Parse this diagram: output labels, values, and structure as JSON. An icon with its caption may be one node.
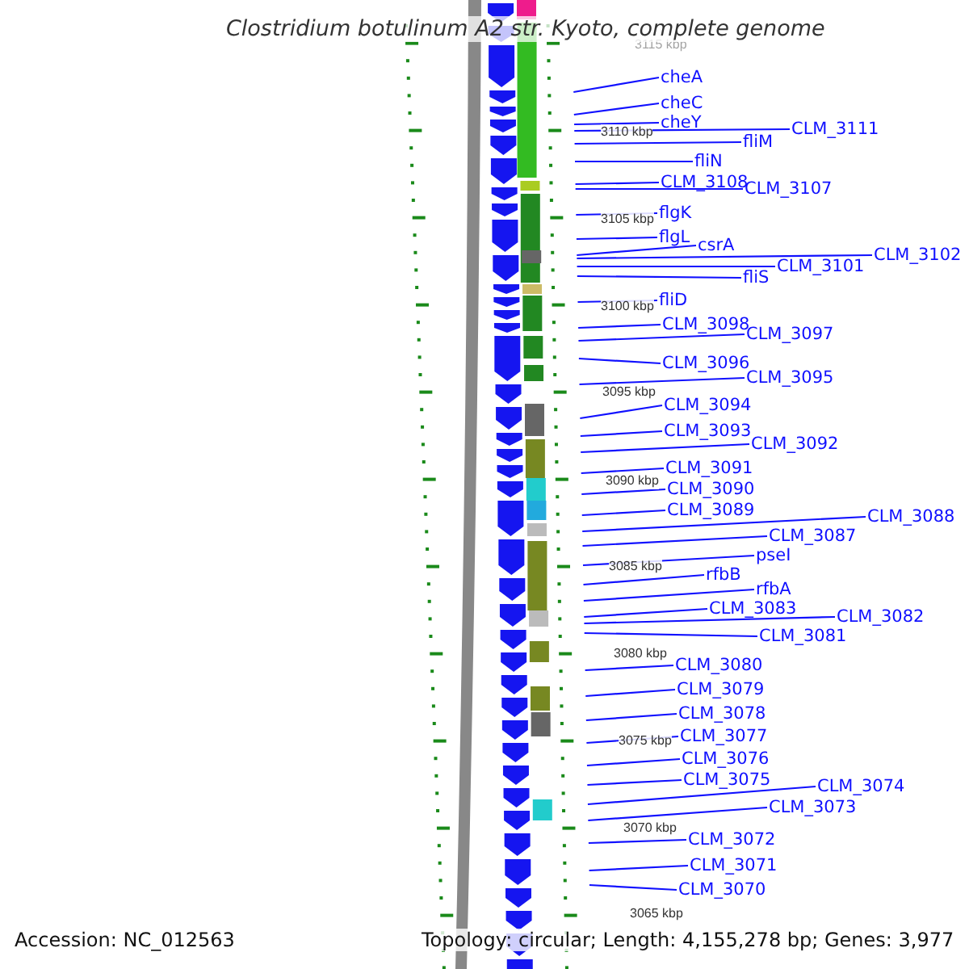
{
  "diagram": {
    "title": "Clostridium botulinum A2 str. Kyoto, complete genome",
    "nodes": [
      {
        "text": [
          "cheA"
        ]
      },
      {
        "text": [
          "cheC"
        ]
      },
      {
        "text": [
          "cheY"
        ]
      },
      {
        "text": [
          "CLM_3111"
        ]
      },
      {
        "text": [
          "fliM"
        ]
      },
      {
        "text": [
          "fliN"
        ]
      },
      {
        "text": [
          "CLM_3108"
        ]
      },
      {
        "text": [
          "CLM_3107"
        ]
      },
      {
        "text": [
          "flgK"
        ]
      },
      {
        "text": [
          "flgL"
        ]
      },
      {
        "text": [
          "csrA"
        ]
      },
      {
        "text": [
          "CLM_3102"
        ]
      },
      {
        "text": [
          "CLM_3101"
        ]
      },
      {
        "text": [
          "fliS"
        ]
      },
      {
        "text": [
          "fliD"
        ]
      },
      {
        "text": [
          "CLM_3098"
        ]
      },
      {
        "text": [
          "CLM_3097"
        ]
      },
      {
        "text": [
          "CLM_3096"
        ]
      },
      {
        "text": [
          "CLM_3095"
        ]
      },
      {
        "text": [
          "CLM_3094"
        ]
      },
      {
        "text": [
          "CLM_3093"
        ]
      },
      {
        "text": [
          "CLM_3092"
        ]
      },
      {
        "text": [
          "CLM_3091"
        ]
      },
      {
        "text": [
          "CLM_3090"
        ]
      },
      {
        "text": [
          "CLM_3089"
        ]
      },
      {
        "text": [
          "CLM_3088"
        ]
      },
      {
        "text": [
          "CLM_3087"
        ]
      },
      {
        "text": [
          "pseI"
        ]
      },
      {
        "text": [
          "rfbB"
        ]
      },
      {
        "text": [
          "rfbA"
        ]
      },
      {
        "text": [
          "CLM_3083"
        ]
      },
      {
        "text": [
          "CLM_3082"
        ]
      },
      {
        "text": [
          "CLM_3081"
        ]
      },
      {
        "text": [
          "CLM_3080"
        ]
      },
      {
        "text": [
          "CLM_3079"
        ]
      },
      {
        "text": [
          "CLM_3078"
        ]
      },
      {
        "text": [
          "CLM_3077"
        ]
      },
      {
        "text": [
          "CLM_3076"
        ]
      },
      {
        "text": [
          "CLM_3075"
        ]
      },
      {
        "text": [
          "CLM_3074"
        ]
      },
      {
        "text": [
          "CLM_3073"
        ]
      },
      {
        "text": [
          "CLM_3072"
        ]
      },
      {
        "text": [
          "CLM_3071"
        ]
      },
      {
        "text": [
          "CLM_3070"
        ]
      }
    ],
    "edges": [
      {
        "from": 0,
        "to": null,
        "arrow": "none"
      },
      {
        "from": 1,
        "to": null,
        "arrow": "none"
      },
      {
        "from": 2,
        "to": null,
        "arrow": "none"
      },
      {
        "from": 3,
        "to": null,
        "arrow": "none"
      },
      {
        "from": 4,
        "to": null,
        "arrow": "none"
      },
      {
        "from": 5,
        "to": null,
        "arrow": "none"
      },
      {
        "from": 6,
        "to": null,
        "arrow": "none"
      },
      {
        "from": 7,
        "to": null,
        "arrow": "none"
      },
      {
        "from": 8,
        "to": null,
        "arrow": "none"
      },
      {
        "from": 9,
        "to": null,
        "arrow": "none"
      },
      {
        "from": 10,
        "to": null,
        "arrow": "none"
      },
      {
        "from": 11,
        "to": null,
        "arrow": "none"
      },
      {
        "from": 12,
        "to": null,
        "arrow": "none"
      },
      {
        "from": 13,
        "to": null,
        "arrow": "none"
      },
      {
        "from": 14,
        "to": null,
        "arrow": "none"
      },
      {
        "from": 15,
        "to": null,
        "arrow": "none"
      },
      {
        "from": 16,
        "to": null,
        "arrow": "none"
      },
      {
        "from": 17,
        "to": null,
        "arrow": "none"
      },
      {
        "from": 18,
        "to": null,
        "arrow": "none"
      },
      {
        "from": 19,
        "to": null,
        "arrow": "none"
      },
      {
        "from": 20,
        "to": null,
        "arrow": "none"
      },
      {
        "from": 21,
        "to": null,
        "arrow": "none"
      },
      {
        "from": 22,
        "to": null,
        "arrow": "none"
      },
      {
        "from": 23,
        "to": null,
        "arrow": "none"
      },
      {
        "from": 24,
        "to": null,
        "arrow": "none"
      },
      {
        "from": 25,
        "to": null,
        "arrow": "none"
      },
      {
        "from": 26,
        "to": null,
        "arrow": "none"
      },
      {
        "from": 27,
        "to": null,
        "arrow": "none"
      },
      {
        "from": 28,
        "to": null,
        "arrow": "none"
      },
      {
        "from": 29,
        "to": null,
        "arrow": "none"
      },
      {
        "from": 30,
        "to": null,
        "arrow": "none"
      },
      {
        "from": 31,
        "to": null,
        "arrow": "none"
      },
      {
        "from": 32,
        "to": null,
        "arrow": "none"
      },
      {
        "from": 33,
        "to": null,
        "arrow": "none"
      },
      {
        "from": 34,
        "to": null,
        "arrow": "none"
      },
      {
        "from": 35,
        "to": null,
        "arrow": "none"
      },
      {
        "from": 36,
        "to": null,
        "arrow": "none"
      },
      {
        "from": 37,
        "to": null,
        "arrow": "none"
      },
      {
        "from": 38,
        "to": null,
        "arrow": "none"
      },
      {
        "from": 39,
        "to": null,
        "arrow": "none"
      },
      {
        "from": 40,
        "to": null,
        "arrow": "none"
      },
      {
        "from": 41,
        "to": null,
        "arrow": "none"
      },
      {
        "from": 42,
        "to": null,
        "arrow": "none"
      },
      {
        "from": 43,
        "to": null,
        "arrow": "none"
      }
    ],
    "labels": [
      "3115 kbp",
      "3110 kbp",
      "3105 kbp",
      "3100 kbp",
      "3095 kbp",
      "3090 kbp",
      "3085 kbp",
      "3080 kbp",
      "3075 kbp",
      "3070 kbp",
      "3065 kbp",
      "Accession: NC_012563",
      "Topology: circular; Length: 4,155,278 bp; Genes: 3,977"
    ]
  }
}
